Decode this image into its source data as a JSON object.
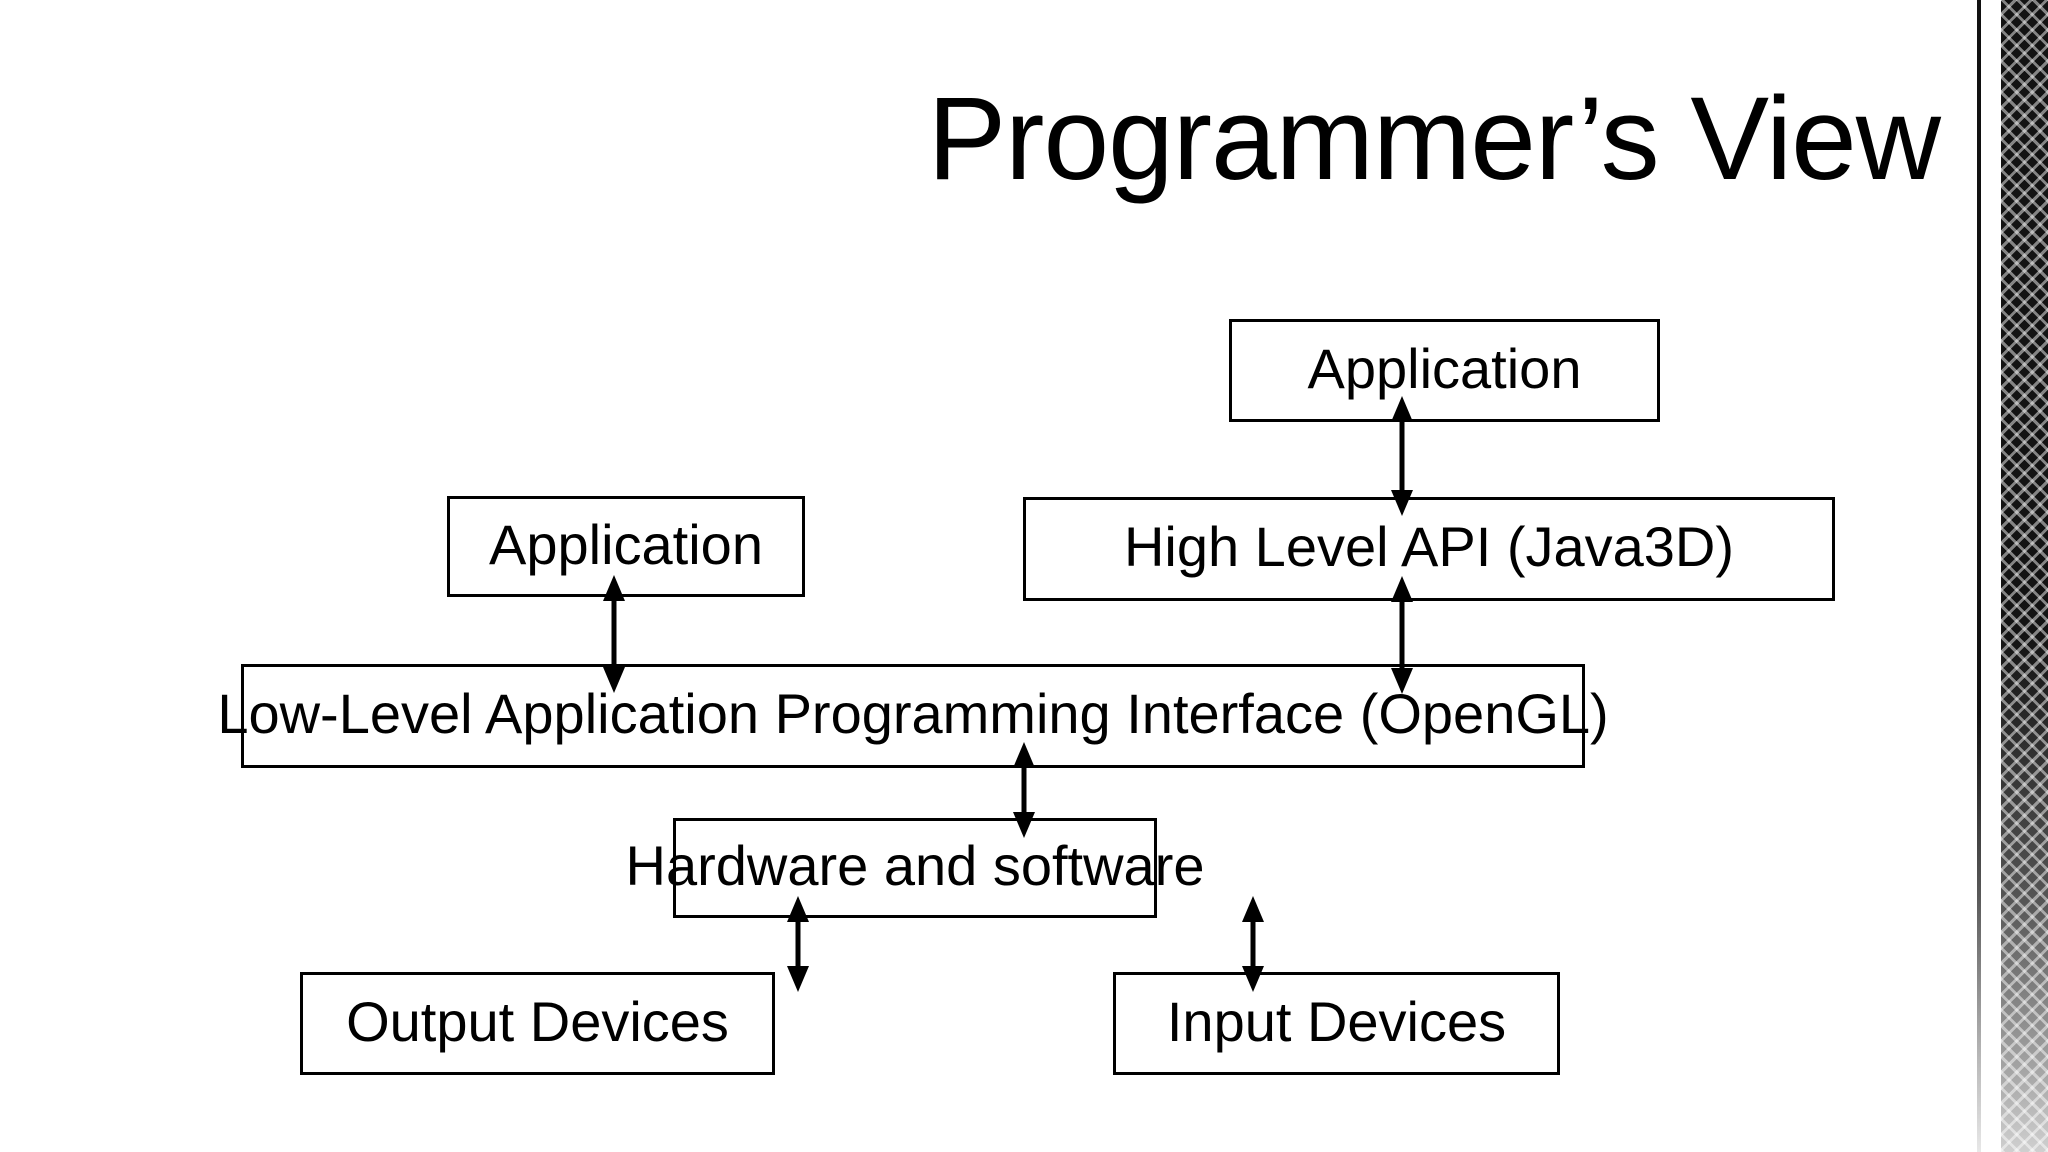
{
  "slide": {
    "title": "Programmer’s View",
    "background_color": "#ffffff",
    "text_color": "#000000"
  },
  "diagram": {
    "type": "block-hierarchy",
    "nodes": [
      {
        "id": "app-top",
        "label": "Application"
      },
      {
        "id": "api",
        "label": "High Level API (Java3D)"
      },
      {
        "id": "app-left",
        "label": "Application"
      },
      {
        "id": "opengl",
        "label": "Low-Level Application Programming Interface (OpenGL)"
      },
      {
        "id": "hardware",
        "label": "Hardware and software"
      },
      {
        "id": "output",
        "label": "Output Devices"
      },
      {
        "id": "input",
        "label": "Input Devices"
      }
    ],
    "connectors": [
      {
        "id": "app-top-to-api",
        "from": "app-top",
        "to": "api",
        "style": "double-arrow",
        "orientation": "vertical"
      },
      {
        "id": "api-to-opengl",
        "from": "api",
        "to": "opengl",
        "style": "double-arrow",
        "orientation": "vertical"
      },
      {
        "id": "app-left-to-opengl",
        "from": "app-left",
        "to": "opengl",
        "style": "double-arrow",
        "orientation": "vertical"
      },
      {
        "id": "opengl-to-hardware",
        "from": "opengl",
        "to": "hardware",
        "style": "double-arrow",
        "orientation": "vertical"
      },
      {
        "id": "hardware-to-output",
        "from": "hardware",
        "to": "output",
        "style": "double-arrow",
        "orientation": "vertical"
      },
      {
        "id": "hardware-to-input",
        "from": "hardware",
        "to": "input",
        "style": "double-arrow",
        "orientation": "vertical"
      }
    ]
  },
  "decoration": {
    "right_border_line_color": "#111111",
    "right_border_band_color": "#131313",
    "right_border_band_pattern": "diagonal-lattice"
  }
}
